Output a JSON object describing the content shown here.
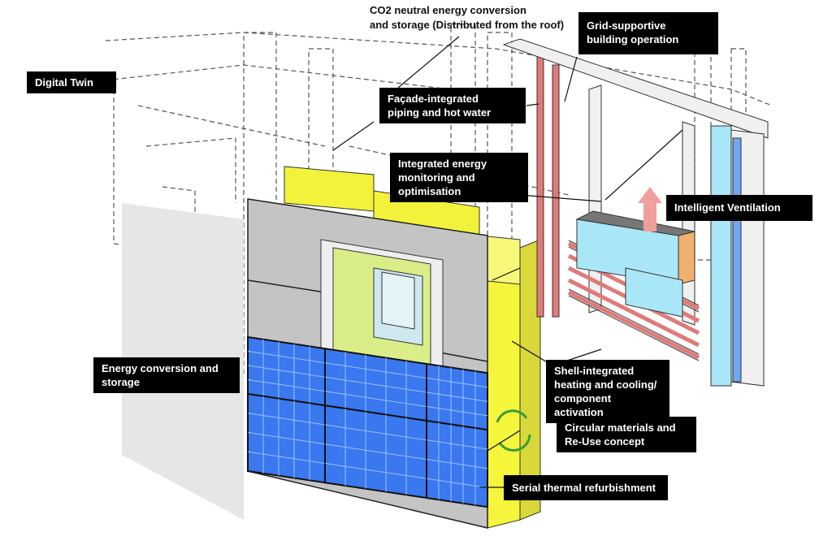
{
  "title_text": {
    "line1": "CO2 neutral energy conversion",
    "line2": "and storage (Distributed from the roof)"
  },
  "labels": {
    "digital_twin": "Digital Twin",
    "facade_piping": [
      "Façade-integrated",
      "piping and hot water"
    ],
    "grid_supportive": [
      "Grid-supportive",
      "building operation"
    ],
    "energy_monitoring": [
      "Integrated energy",
      "monitoring and",
      "optimisation"
    ],
    "intelligent_ventilation": "Intelligent Ventilation",
    "energy_conversion": [
      "Energy conversion and",
      "storage"
    ],
    "shell_integrated": [
      "Shell-integrated",
      "heating and cooling/",
      "component activation"
    ],
    "circular_materials": [
      "Circular materials and",
      "Re-Use concept"
    ],
    "serial_refurbishment": "Serial thermal refurbishment"
  },
  "colors": {
    "pv_blue": "#3a78f0",
    "insulation_yellow": "#f2f23a",
    "pipe_red": "#e07a78",
    "duct_blue": "#a9e6f7",
    "panel_gray": "#bdbdbd"
  }
}
